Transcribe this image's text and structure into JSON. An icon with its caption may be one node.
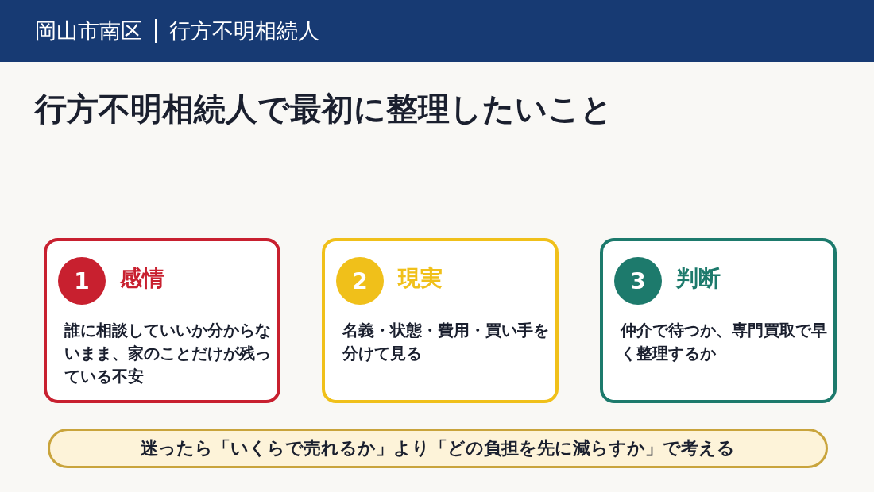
{
  "diagram": {
    "title": "行方不明相続人で最初に整理したいこと",
    "nodes": [
      {
        "text": [
          "岡山市南区",
          "行方不明相続人"
        ]
      },
      {
        "text": [
          "感情",
          "誰に相談していいか分からないまま、家のことだけが残っている不安"
        ]
      },
      {
        "text": [
          "1"
        ],
        "in": 1
      },
      {
        "text": [
          "現実",
          "名義・状態・費用・買い手を分けて見る"
        ]
      },
      {
        "text": [
          "2"
        ],
        "in": 3
      },
      {
        "text": [
          "判断",
          "仲介で待つか、専門買取で早く整理するか"
        ]
      },
      {
        "text": [
          "3"
        ],
        "in": 5
      },
      {
        "text": [
          "迷ったら「いくらで売れるか」より「どの負担を先に減らすか」で考える"
        ]
      }
    ]
  }
}
